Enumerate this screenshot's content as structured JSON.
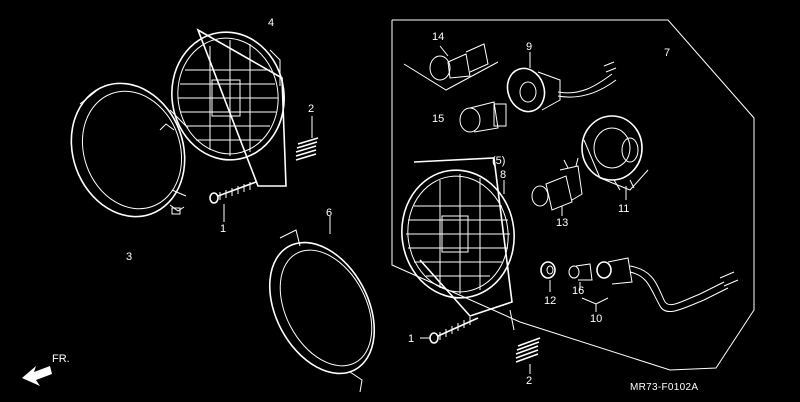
{
  "callouts": {
    "c1a": "1",
    "c1b": "1",
    "c2a": "2",
    "c2b": "2",
    "c3": "3",
    "c4": "4",
    "c5": "(5)",
    "c6": "6",
    "c7": "7",
    "c8": "8",
    "c9": "9",
    "c10": "10",
    "c11": "11",
    "c12": "12",
    "c13": "13",
    "c14": "14",
    "c15": "15",
    "c16": "16"
  },
  "direction_label": "FR.",
  "drawing_code": "MR73-F0102A",
  "icons": {
    "forward": "forward-arrow-icon"
  },
  "colors": {
    "background": "#000000",
    "line": "#ffffff"
  }
}
